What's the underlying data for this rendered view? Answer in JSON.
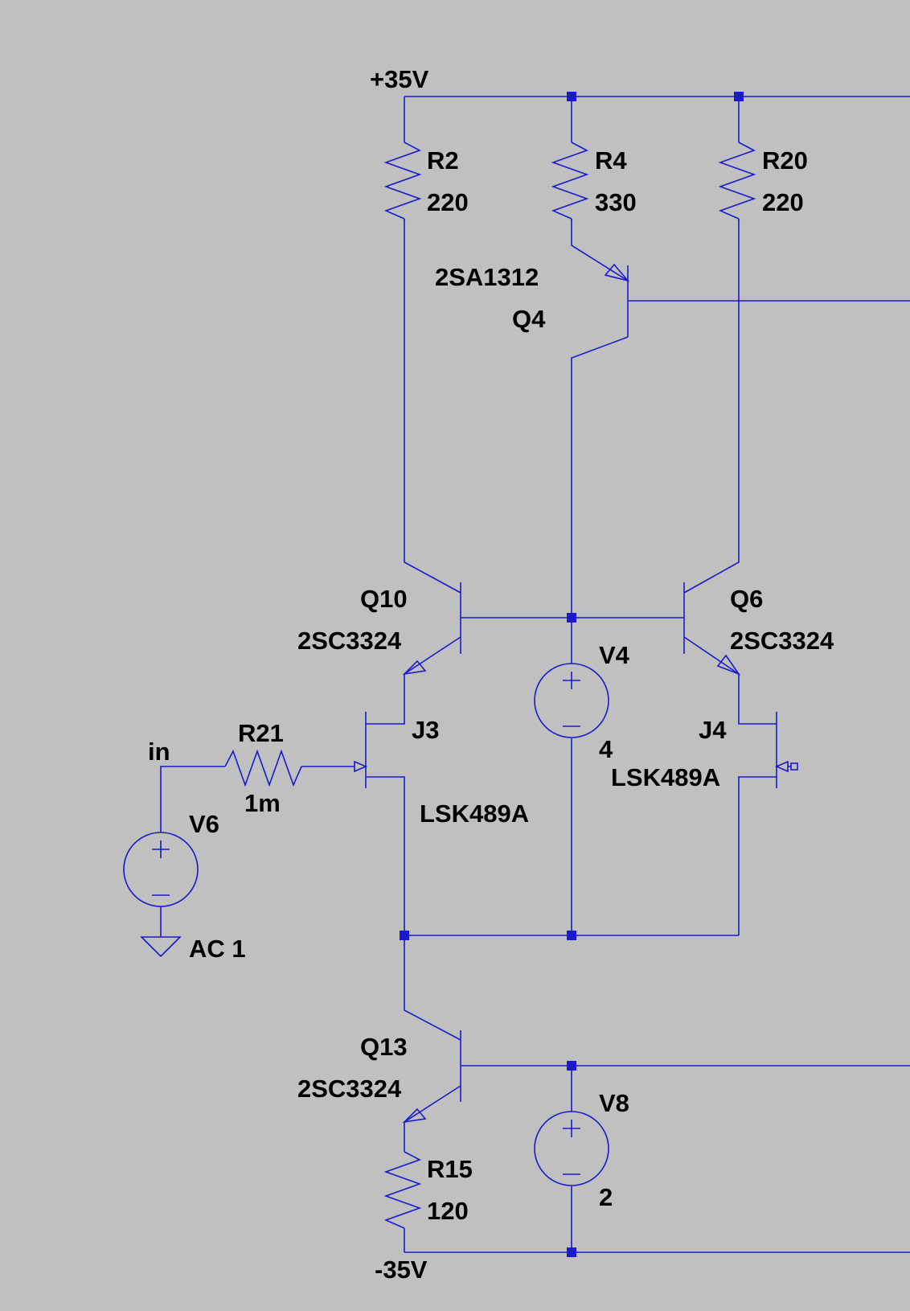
{
  "supply": {
    "positive": "+35V",
    "negative": "-35V"
  },
  "net_labels": {
    "input": "in"
  },
  "resistors": {
    "R2": {
      "name": "R2",
      "value": "220"
    },
    "R4": {
      "name": "R4",
      "value": "330"
    },
    "R20": {
      "name": "R20",
      "value": "220"
    },
    "R21": {
      "name": "R21",
      "value": "1m"
    },
    "R15": {
      "name": "R15",
      "value": "120"
    }
  },
  "transistors": {
    "Q4": {
      "name": "Q4",
      "model": "2SA1312"
    },
    "Q10": {
      "name": "Q10",
      "model": "2SC3324"
    },
    "Q6": {
      "name": "Q6",
      "model": "2SC3324"
    },
    "Q13": {
      "name": "Q13",
      "model": "2SC3324"
    }
  },
  "jfets": {
    "J3": {
      "name": "J3",
      "model": "LSK489A"
    },
    "J4": {
      "name": "J4",
      "model": "LSK489A"
    }
  },
  "sources": {
    "V4": {
      "name": "V4",
      "value": "4"
    },
    "V8": {
      "name": "V8",
      "value": "2"
    },
    "V6": {
      "name": "V6",
      "value": "AC 1"
    }
  },
  "colors": {
    "background": "#c0c0c0",
    "wire": "#1a1acc",
    "text": "#000000"
  }
}
